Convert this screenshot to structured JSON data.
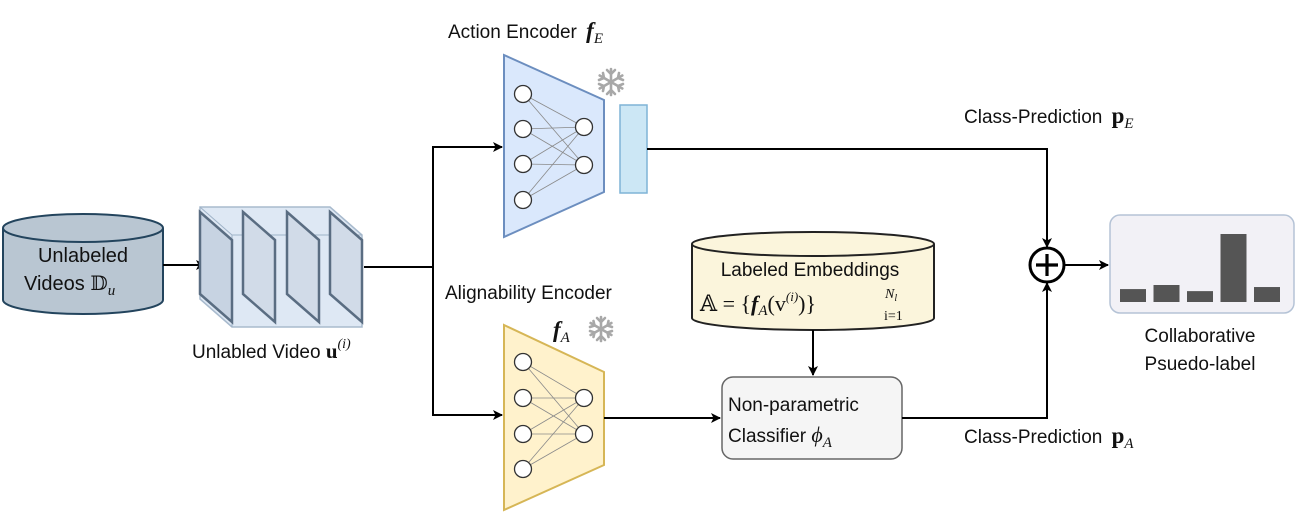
{
  "input_db": {
    "line1": "Unlabeled",
    "line2": "Videos ",
    "symbol": "𝔻",
    "subscript": "u"
  },
  "video": {
    "label": "Unlabled Video ",
    "symbol": "u",
    "superscript": "(i)"
  },
  "action_encoder": {
    "label": "Action Encoder ",
    "symbol": "f",
    "subscript": "E",
    "frozen_icon": "snowflake-icon"
  },
  "alignability_encoder": {
    "label": "Alignability Encoder",
    "symbol": "f",
    "subscript": "A",
    "frozen_icon": "snowflake-icon"
  },
  "embeddings_db": {
    "label": "Labeled Embeddings",
    "formula_left": "𝔸 = {",
    "formula_f": "f",
    "formula_fsub": "A",
    "formula_v": "(v",
    "formula_vsup": "(i)",
    "formula_close": ")}",
    "formula_sub": "i=1",
    "formula_sup": "N",
    "formula_supsub": "l"
  },
  "classifier": {
    "line1": "Non-parametric",
    "line2": "Classifier ",
    "symbol": "ϕ",
    "subscript": "A"
  },
  "prediction_e": {
    "label": "Class-Prediction ",
    "symbol": "p",
    "subscript": "E"
  },
  "prediction_a": {
    "label": "Class-Prediction ",
    "symbol": "p",
    "subscript": "A"
  },
  "combine_operator": "⊕",
  "output": {
    "line1": "Collaborative",
    "line2": "Psuedo-label",
    "bars": [
      0.19,
      0.25,
      0.16,
      1.0,
      0.22
    ]
  },
  "colors": {
    "database_fill": "#b9c6d2",
    "video_frame_fill": "#dbe6f3",
    "action_encoder_fill": "#dae8fc",
    "action_encoder_stroke": "#6c8ebf",
    "alignability_encoder_fill": "#fff2cc",
    "alignability_encoder_stroke": "#d6b656",
    "embedding_fill": "#fbf5dc",
    "classifier_fill": "#f5f5f5",
    "feature_fill": "#cce7f5",
    "bar_fill": "#555555",
    "output_panel_fill": "#f2f1f6"
  }
}
